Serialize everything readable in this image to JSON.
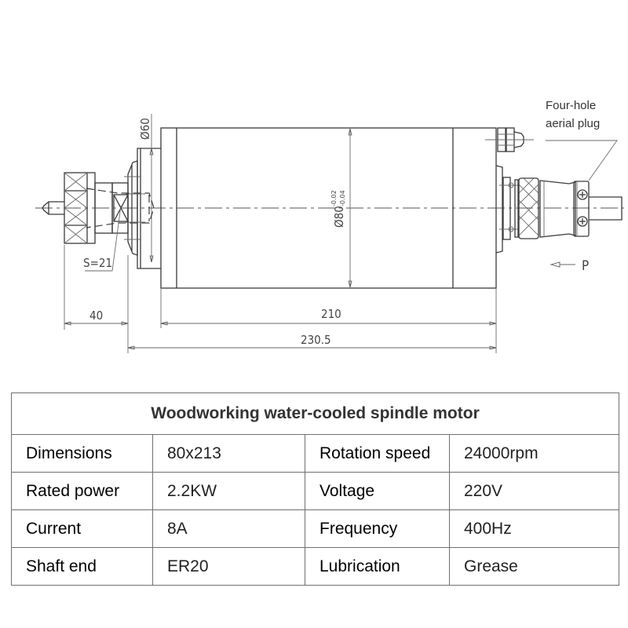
{
  "drawing": {
    "dimensions": {
      "body_diameter": "Ø80",
      "body_tolerance_upper": "-0.02",
      "body_tolerance_lower": "-0.04",
      "flange_diameter": "Ø60",
      "nut_size": "S=21",
      "shaft_length": "40",
      "body_length": "210",
      "total_length": "230.5"
    },
    "callouts": {
      "plug_label_line1": "Four-hole",
      "plug_label_line2": "aerial plug",
      "view_arrow_label": "P"
    }
  },
  "spec_table": {
    "title": "Woodworking water-cooled spindle motor",
    "rows": [
      {
        "key1": "Dimensions",
        "val1": "80x213",
        "key2": "Rotation speed",
        "val2": "24000rpm"
      },
      {
        "key1": "Rated power",
        "val1": "2.2KW",
        "key2": "Voltage",
        "val2": "220V"
      },
      {
        "key1": "Current",
        "val1": "8A",
        "key2": "Frequency",
        "val2": "400Hz"
      },
      {
        "key1": "Shaft end",
        "val1": "ER20",
        "key2": "Lubrication",
        "val2": "Grease"
      }
    ]
  }
}
